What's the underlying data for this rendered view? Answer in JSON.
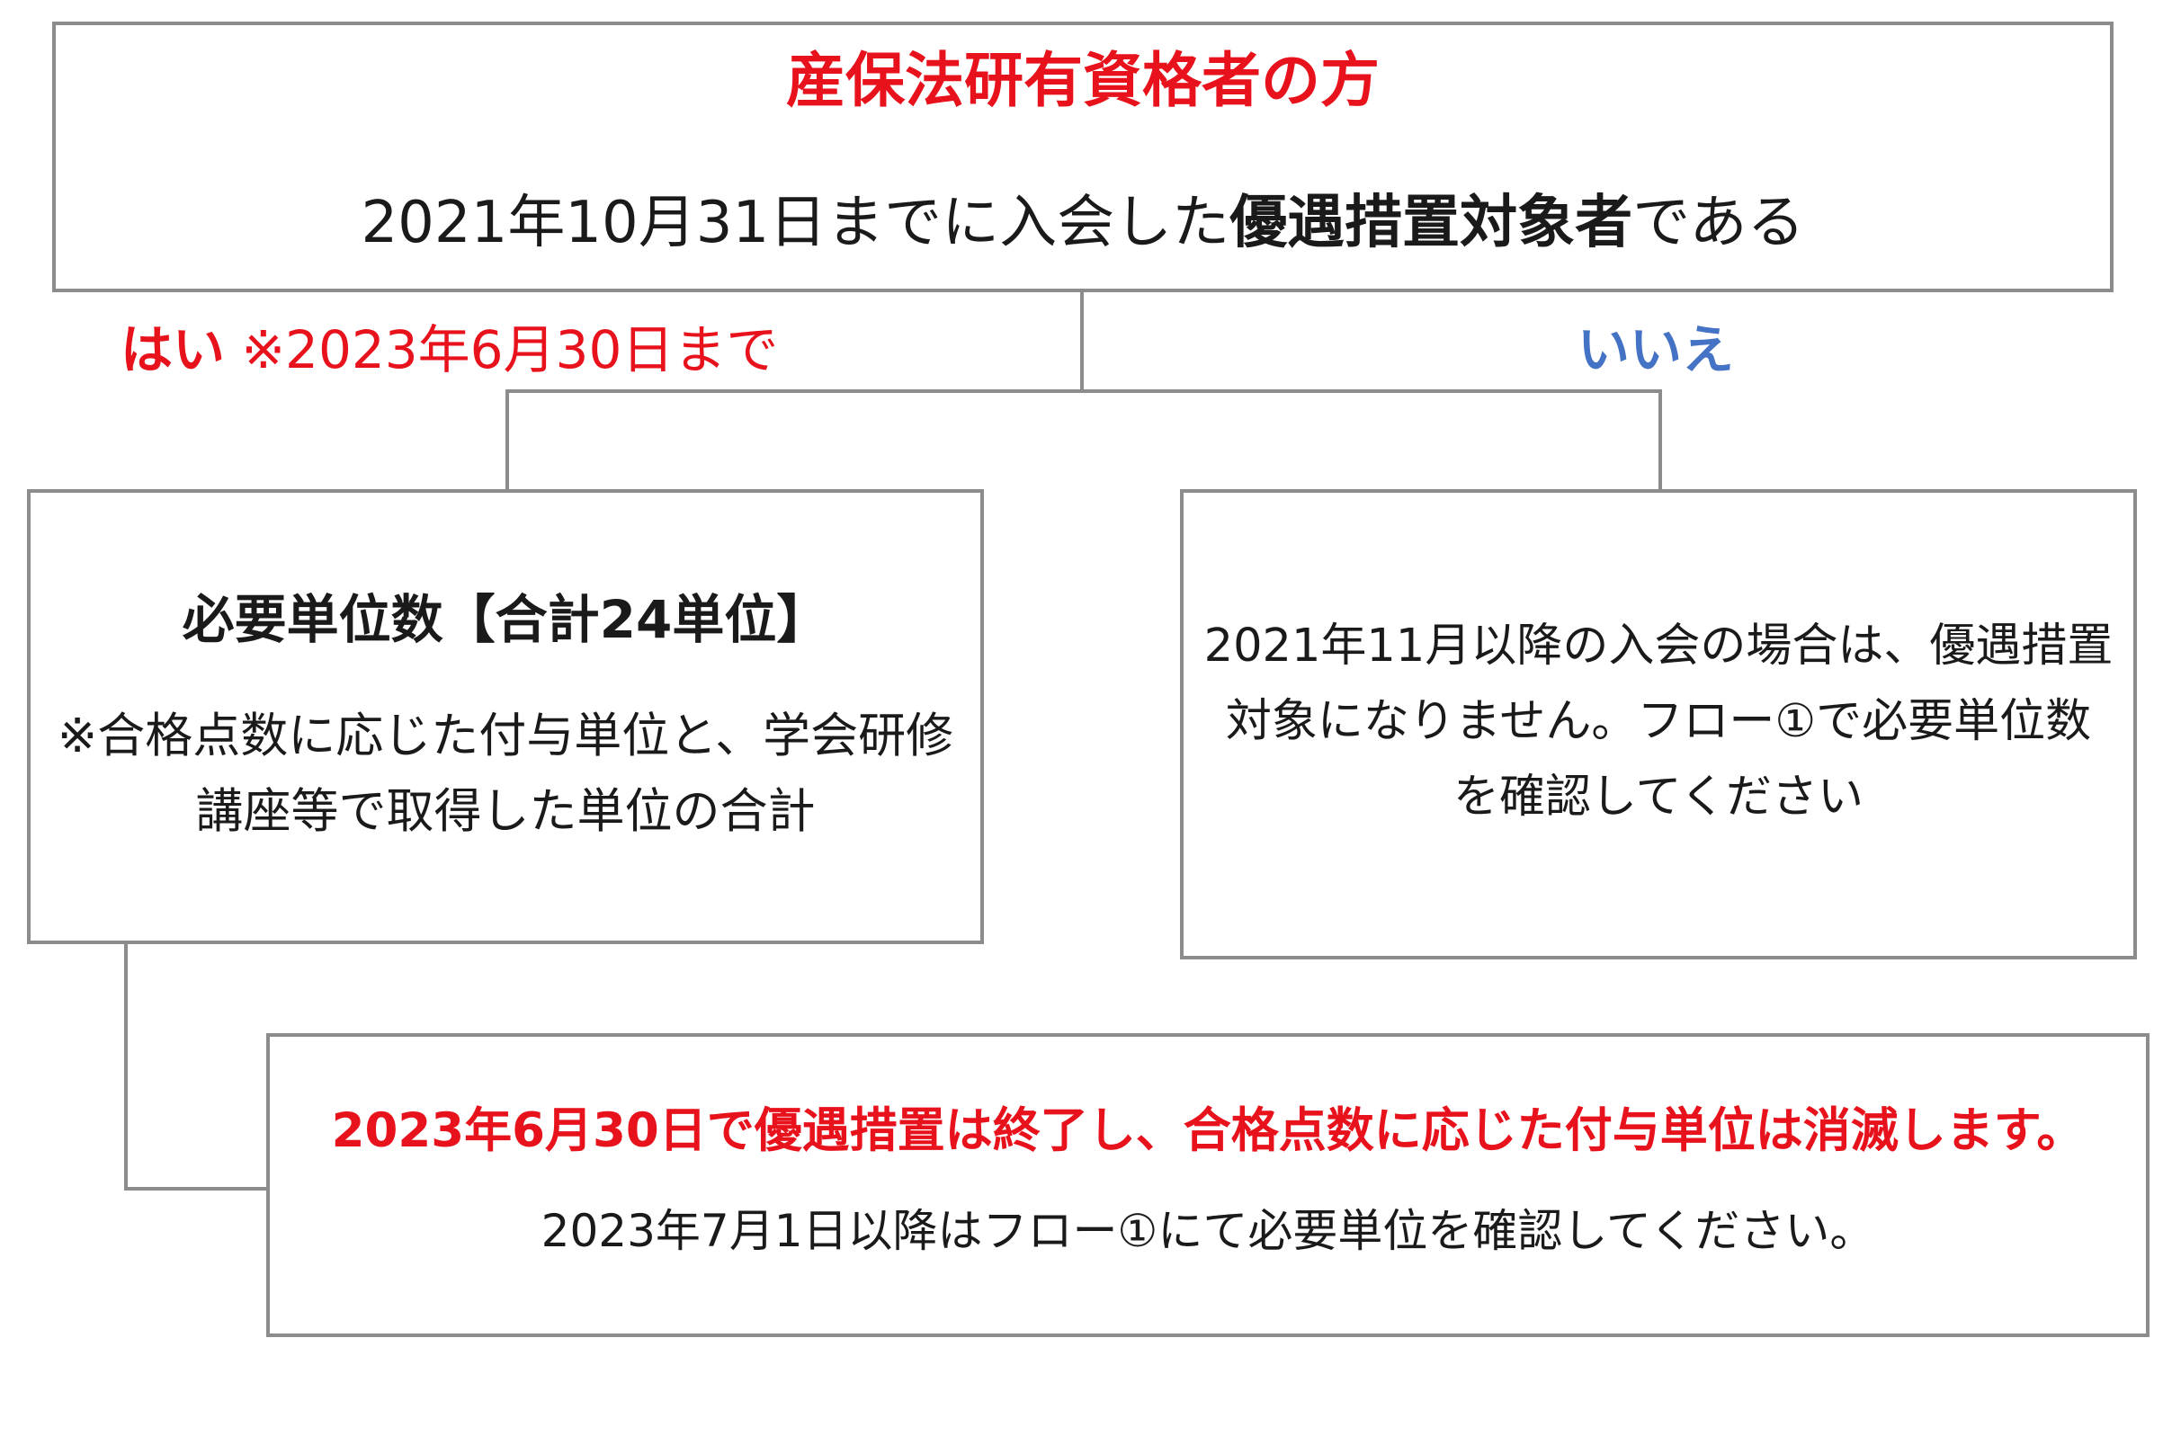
{
  "top_box": {
    "title": "産保法研有資格者の方",
    "question_prefix": "2021年10月31日までに入会した",
    "question_emphasis": "優遇措置対象者",
    "question_suffix": "である"
  },
  "branches": {
    "yes_label": "はい",
    "yes_note": "※2023年6月30日まで",
    "no_label": "いいえ"
  },
  "left_box": {
    "title": "必要単位数【合計24単位】",
    "note_line_1": "※合格点数に応じた付与単位と、学会研修",
    "note_line_2": "講座等で取得した単位の合計"
  },
  "right_box": {
    "line_1": "2021年11月以降の入会の場合は、優遇措置",
    "line_2": "対象になりません。フロー①で必要単位数",
    "line_3": "を確認してください"
  },
  "bottom_box": {
    "warning": "2023年6月30日で優遇措置は終了し、合格点数に応じた付与単位は消滅します。",
    "instruction": "2023年7月1日以降はフロー①にて必要単位を確認してください。"
  },
  "colors": {
    "red": "#e8121c",
    "blue": "#4472c4",
    "border": "#8c8c8c",
    "text": "#1a1a1a"
  }
}
